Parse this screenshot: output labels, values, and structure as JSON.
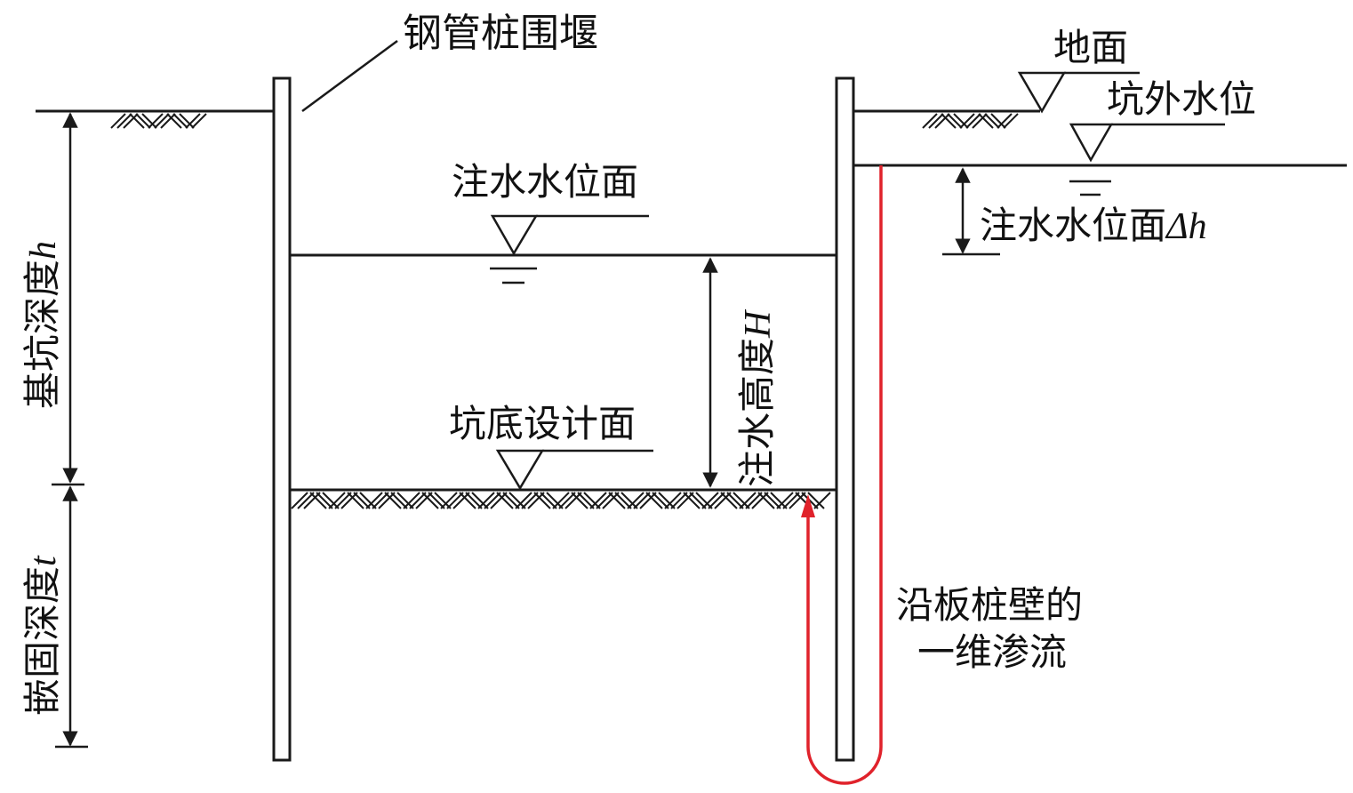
{
  "diagram": {
    "type": "cross-section",
    "labels": {
      "cofferdam": "钢管桩围堰",
      "ground": "地面",
      "outside_water_level": "坑外水位",
      "injected_water_level": "注水水位面",
      "injected_water_level_diff": "注水水位面",
      "injected_water_level_diff_symbol": "Δh",
      "pit_depth": "基坑深度",
      "pit_depth_symbol": "h",
      "embed_depth": "嵌固深度",
      "embed_depth_symbol": "t",
      "injected_water_height": "注水高度",
      "injected_water_height_symbol": "H",
      "pit_bottom_design": "坑底设计面",
      "seepage_line1": "沿板桩壁的",
      "seepage_line2": "一维渗流"
    },
    "colors": {
      "line": "#1a1a1a",
      "seepage_path": "#e0222b",
      "background": "#ffffff"
    }
  }
}
